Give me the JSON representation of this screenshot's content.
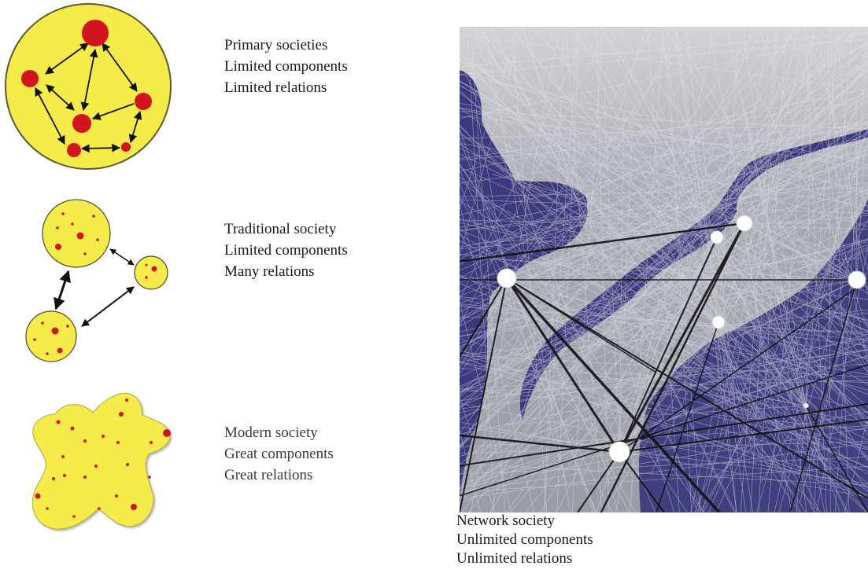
{
  "stages": [
    {
      "id": "primary",
      "lines": [
        "Primary societies",
        "Limited components",
        "Limited relations"
      ]
    },
    {
      "id": "traditional",
      "lines": [
        "Traditional society",
        "Limited components",
        "Many relations"
      ]
    },
    {
      "id": "modern",
      "lines": [
        "Modern society",
        "Great components",
        "Great relations"
      ]
    },
    {
      "id": "network",
      "lines": [
        "Network society",
        "Unlimited components",
        "Unlimited relations"
      ]
    }
  ],
  "colors": {
    "yellow": "#f5ec4a",
    "red": "#d4141c",
    "ocean": "#3b3a7c",
    "land": "#b6b8be",
    "link_dark": "#111111",
    "link_light": "#eaeaf2"
  }
}
